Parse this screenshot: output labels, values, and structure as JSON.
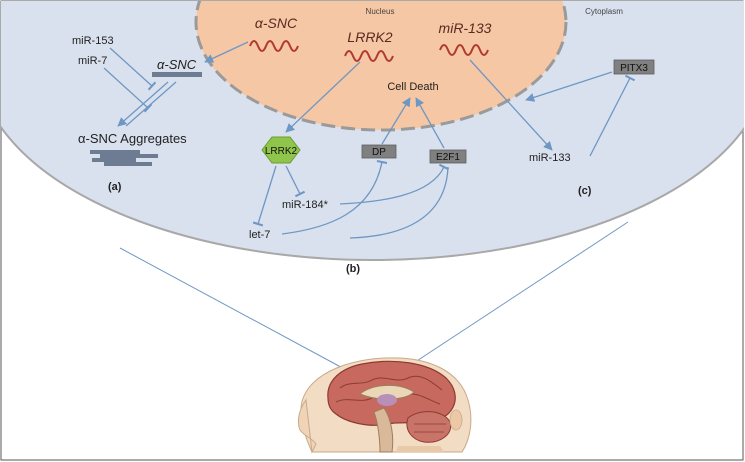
{
  "compartments": {
    "nucleus": "Nucleus",
    "cytoplasm": "Cytoplasm"
  },
  "genes": {
    "alpha_snc": "α-SNC",
    "lrrk2": "LRRK2",
    "mir133": "miR-133"
  },
  "panel_a": {
    "mir153": "miR-153",
    "mir7": "miR-7",
    "alpha_snc_protein": "α-SNC",
    "aggregates": "α-SNC Aggregates",
    "label": "(a)"
  },
  "panel_b": {
    "cell_death": "Cell Death",
    "lrrk2_protein": "LRRK2",
    "dp": "DP",
    "e2f1": "E2F1",
    "mir184": "miR-184*",
    "let7": "let-7",
    "label": "(b)"
  },
  "panel_c": {
    "pitx3": "PITX3",
    "mir133": "miR-133",
    "label": "(c)"
  },
  "colors": {
    "cytoplasm_fill": "#d9e1ee",
    "nucleus_fill": "#f6c7a4",
    "arrow": "#6f97c4",
    "gene_wave": "#b03a2e",
    "protein_box": "#808080",
    "lrrk2_hexagon": "#8fc54a"
  }
}
